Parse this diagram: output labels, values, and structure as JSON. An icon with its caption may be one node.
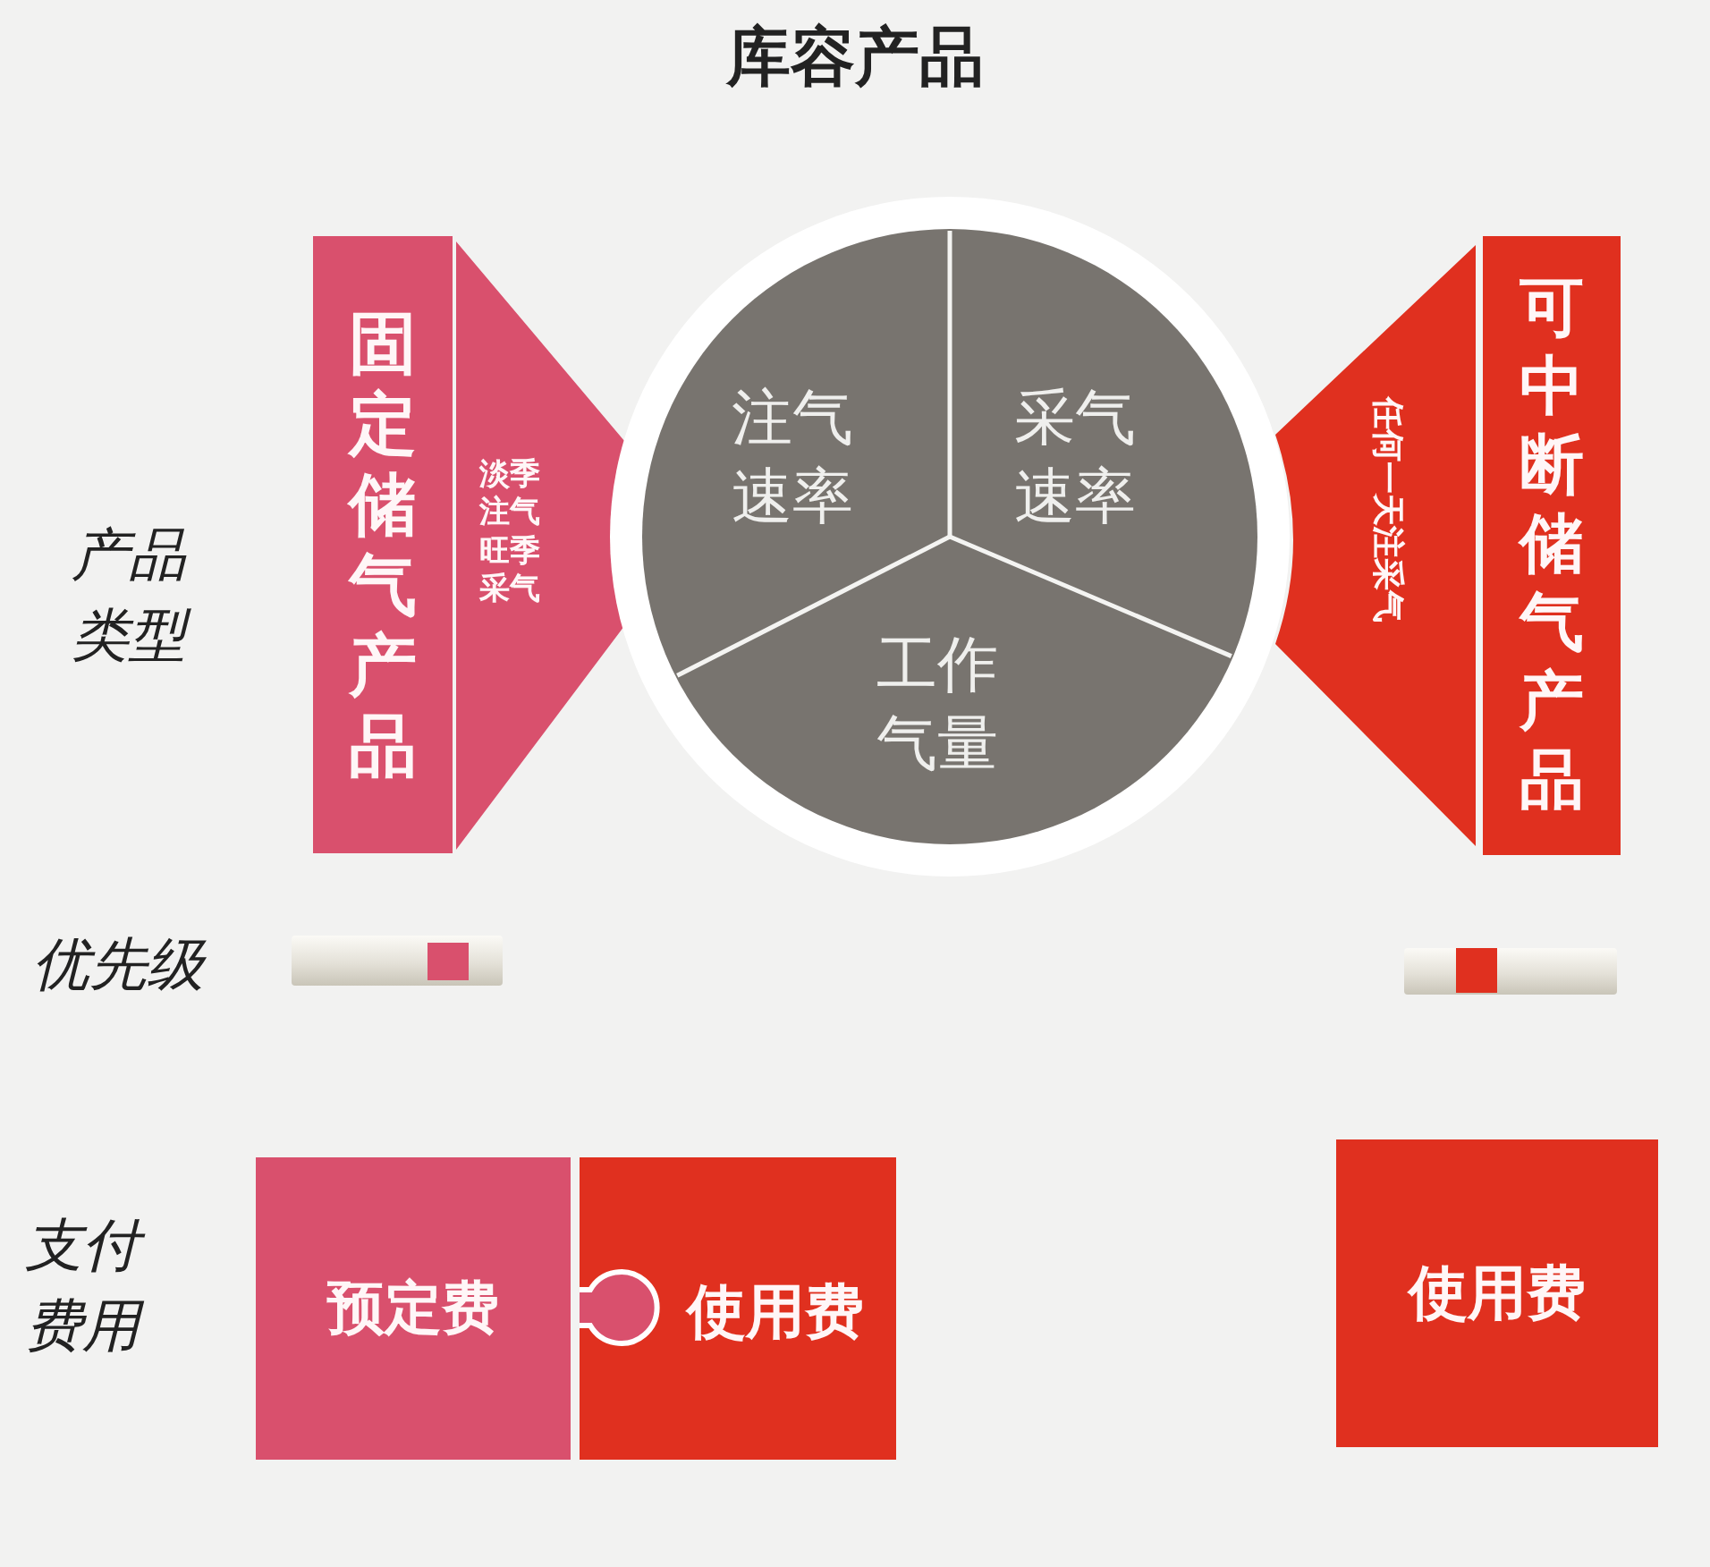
{
  "diagram": {
    "title": "库容产品",
    "nodes": [
      {
        "text": [
          "固定储气产品"
        ]
      },
      {
        "text": [
          "淡季注气旺季采气"
        ]
      },
      {
        "text": [],
        "shape": "circle"
      },
      {
        "text": [
          "注气速率"
        ],
        "in": 2
      },
      {
        "text": [
          "采气速率"
        ],
        "in": 2
      },
      {
        "text": [
          "工作气量"
        ],
        "in": 2
      },
      {
        "text": [
          "任何一天注采气"
        ]
      },
      {
        "text": [
          "可中断储气产品"
        ]
      },
      {
        "text": [
          "预定费"
        ]
      },
      {
        "text": [
          "使用费"
        ]
      },
      {
        "text": [
          "使用费"
        ]
      }
    ],
    "labels": [
      "产品类型",
      "优先级",
      "支付费用"
    ]
  }
}
